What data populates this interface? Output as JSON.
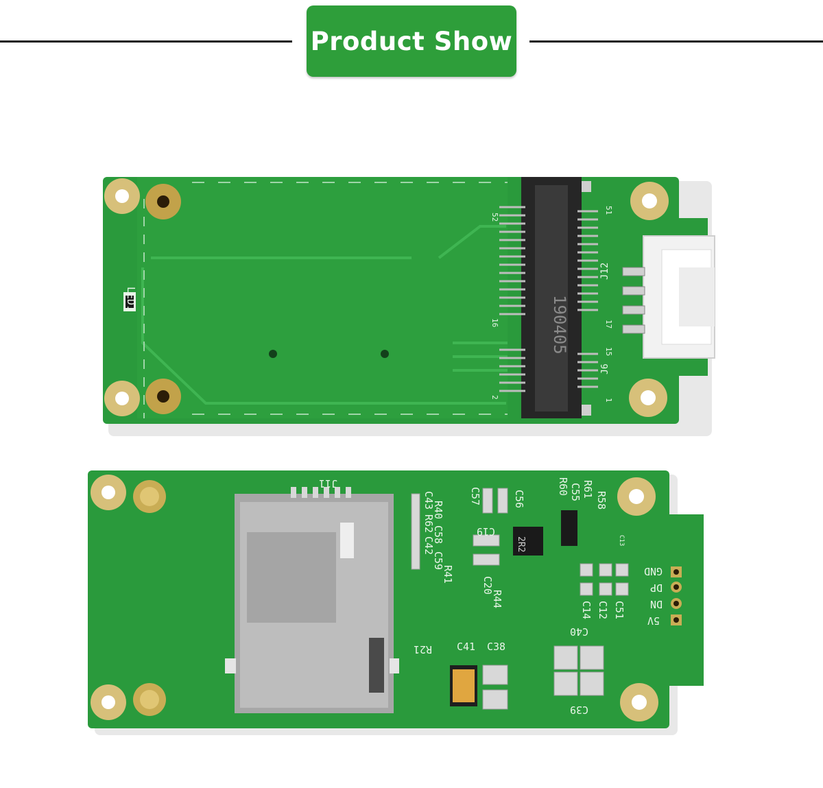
{
  "header": {
    "title": "Product Show"
  },
  "colors": {
    "accent": "#2e9e3a",
    "pcb": "#2a9a3c",
    "rule": "#111111"
  },
  "top_board": {
    "silkscreen": [
      "LED1",
      "J12",
      "J6",
      "190405",
      "52",
      "51",
      "16",
      "17",
      "15",
      "1",
      "2"
    ]
  },
  "bottom_board": {
    "silkscreen": [
      "J11",
      "C57",
      "C56",
      "R60",
      "C55",
      "R61",
      "R58",
      "C19",
      "2R2",
      "C13",
      "C43",
      "R62",
      "C42",
      "R40",
      "C58",
      "C59",
      "R41",
      "C20",
      "R44",
      "C14",
      "C12",
      "C51",
      "GND",
      "DP",
      "DN",
      "5V",
      "C40",
      "R21",
      "C41",
      "C38",
      "C39"
    ]
  }
}
